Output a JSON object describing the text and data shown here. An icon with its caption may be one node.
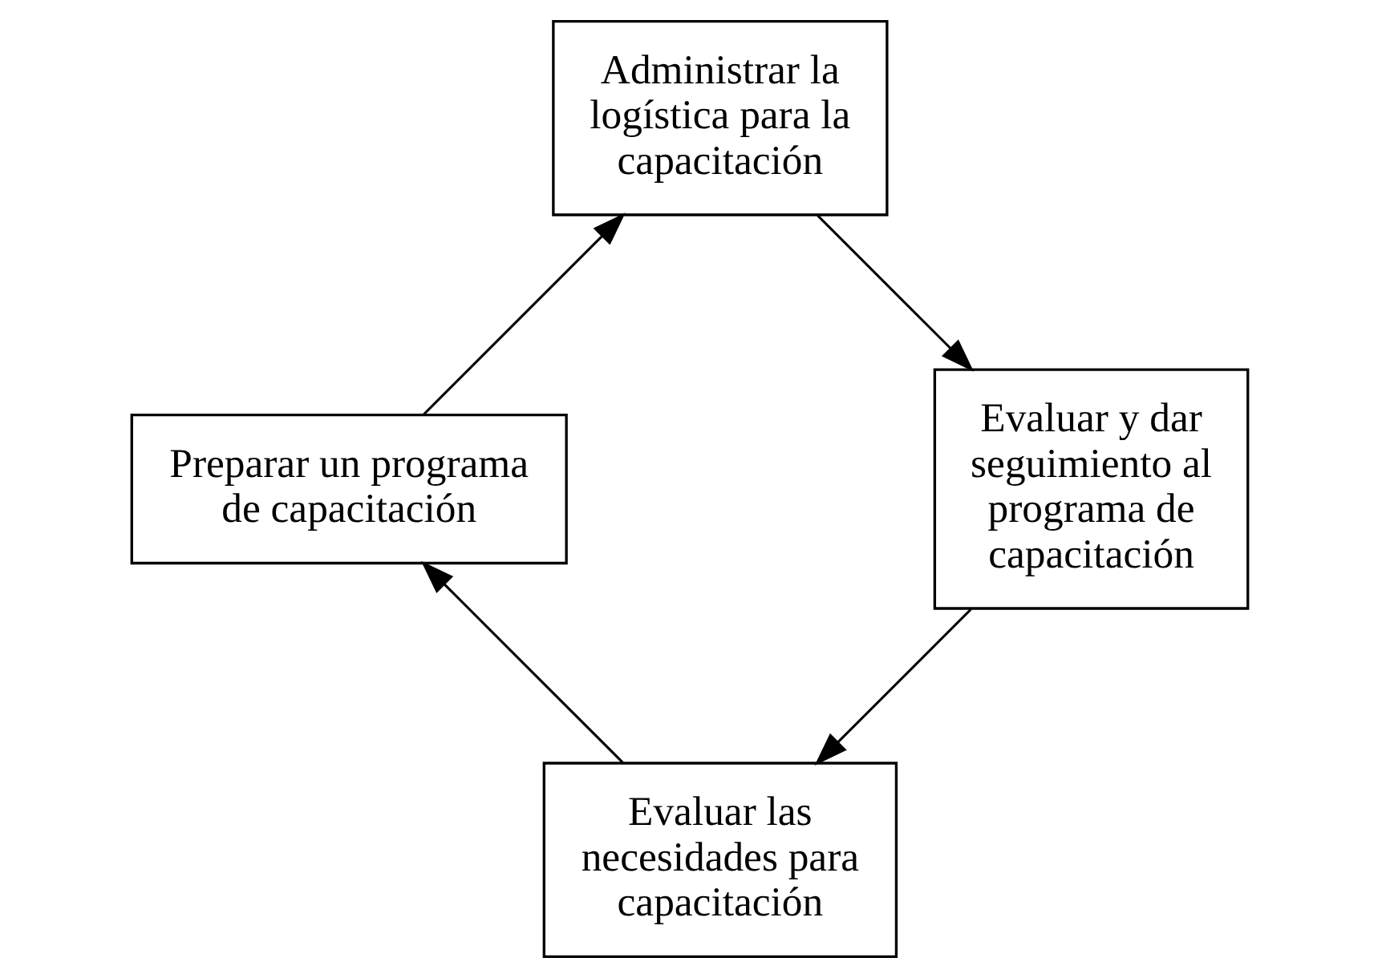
{
  "diagram": {
    "nodes": [
      {
        "text": [
          "Evaluar las necesidades para capacitación"
        ]
      },
      {
        "text": [
          "Preparar un programa de capacitación"
        ]
      },
      {
        "text": [
          "Administrar la logística para la capacitación"
        ]
      },
      {
        "text": [
          "Evaluar y dar seguimiento al programa de capacitación"
        ]
      }
    ],
    "edges": [
      {
        "from": 0,
        "to": 1,
        "arrow": "to"
      },
      {
        "from": 1,
        "to": 2,
        "arrow": "to"
      },
      {
        "from": 2,
        "to": 3,
        "arrow": "to"
      },
      {
        "from": 3,
        "to": 0,
        "arrow": "to"
      }
    ]
  }
}
